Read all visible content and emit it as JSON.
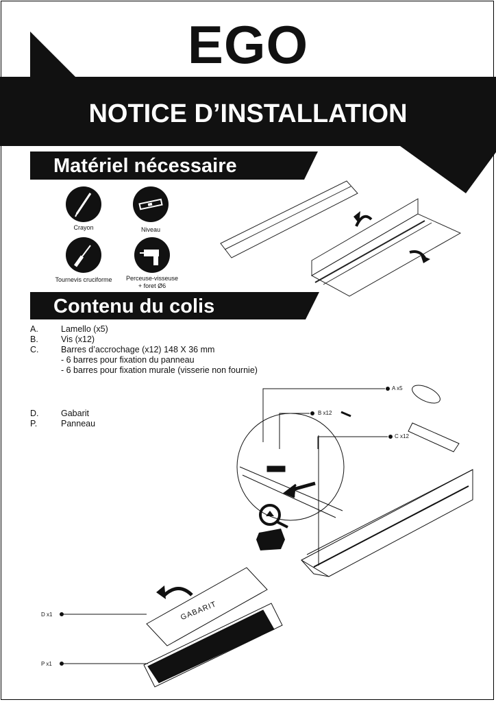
{
  "brand": "EGO",
  "title": "NOTICE D’INSTALLATION",
  "sections": {
    "materials": "Matériel nécessaire",
    "contents": "Contenu du colis"
  },
  "tools": [
    {
      "label": "Crayon",
      "icon": "pencil-icon"
    },
    {
      "label": "Niveau",
      "icon": "level-icon"
    },
    {
      "label": "Tournevis cruciforme",
      "icon": "screwdriver-icon"
    },
    {
      "label_line1": "Perceuse-visseuse",
      "label_line2": "+ foret Ø6",
      "icon": "drill-icon"
    }
  ],
  "contents_list": [
    {
      "key": "A.",
      "text": "Lamello (x5)"
    },
    {
      "key": "B.",
      "text": "Vis (x12)"
    },
    {
      "key": "C.",
      "text": "Barres d’accrochage (x12)  148 X 36 mm"
    }
  ],
  "contents_sub": [
    "- 6 barres pour fixation du panneau",
    "- 6 barres pour fixation murale (visserie non fournie)"
  ],
  "contents_list2": [
    {
      "key": "D.",
      "text": "Gabarit"
    },
    {
      "key": "P.",
      "text": "Panneau"
    }
  ],
  "callouts": {
    "a": "A x5",
    "b": "B x12",
    "c": "C x12",
    "d": "D x1",
    "p": "P x1"
  },
  "template_label": "GABARIT",
  "colors": {
    "ink": "#111111",
    "paper": "#ffffff"
  }
}
